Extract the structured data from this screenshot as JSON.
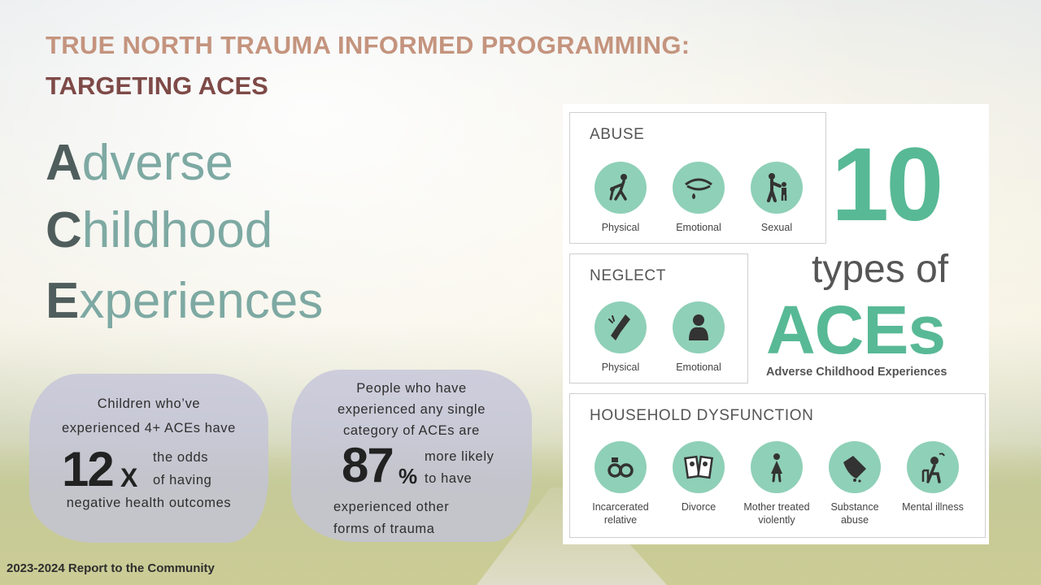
{
  "header": {
    "title_line1": "TRUE NORTH TRAUMA INFORMED PROGRAMMING:",
    "title_line2": "TARGETING ACES"
  },
  "acronym": [
    {
      "first": "A",
      "rest": "dverse"
    },
    {
      "first": "C",
      "rest": "hildhood"
    },
    {
      "first": "E",
      "rest": "xperiences"
    }
  ],
  "stat1": {
    "line1": "Children who’ve",
    "line2": "experienced 4+ ACEs have",
    "number": "12",
    "suffix": "X",
    "side1": "the odds",
    "side2": "of having",
    "line3": "negative health outcomes"
  },
  "stat2": {
    "line1": "People who have",
    "line2": "experienced any single",
    "line3": "category of ACEs are",
    "number": "87",
    "suffix": "%",
    "side1": "more likely",
    "side2": "to have",
    "line4": "experienced other",
    "line5": "forms of trauma"
  },
  "footer": "2023-2024 Report to the Community",
  "infographic": {
    "abuse": {
      "title": "ABUSE",
      "items": [
        {
          "label": "Physical",
          "icon": "physical-abuse-icon"
        },
        {
          "label": "Emotional",
          "icon": "crying-eye-icon"
        },
        {
          "label": "Sexual",
          "icon": "adult-child-icon"
        }
      ]
    },
    "neglect": {
      "title": "NEGLECT",
      "items": [
        {
          "label": "Physical",
          "icon": "dropped-hand-icon"
        },
        {
          "label": "Emotional",
          "icon": "sad-child-icon"
        }
      ]
    },
    "household": {
      "title": "HOUSEHOLD DYSFUNCTION",
      "items": [
        {
          "label": "Incarcerated relative",
          "icon": "handcuffs-icon"
        },
        {
          "label": "Divorce",
          "icon": "torn-photo-icon"
        },
        {
          "label": "Mother treated violently",
          "icon": "woman-icon"
        },
        {
          "label": "Substance abuse",
          "icon": "hand-pills-icon"
        },
        {
          "label": "Mental illness",
          "icon": "distressed-person-icon"
        }
      ]
    },
    "count": "10",
    "types_of": "types of",
    "aces": "ACEs",
    "aces_full": "Adverse Childhood Experiences"
  },
  "colors": {
    "heading1": "#c4947e",
    "heading2": "#7e4a47",
    "accent_green": "#58b996",
    "icon_circle": "#8fd0b8",
    "bubble": "#c3c3da"
  }
}
